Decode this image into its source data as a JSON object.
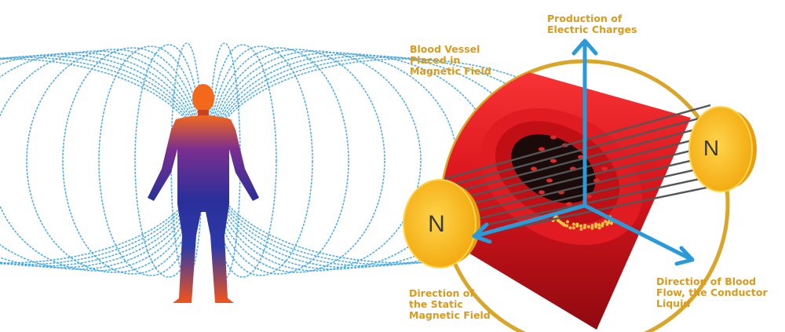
{
  "labels": {
    "production": "Production of\nElectric Charges",
    "vessel": "Blood Vessel\nPlaced in\nMagnetic Field",
    "static_field": "Direction of\nthe Static\nMagnetic Field",
    "blood_flow": "Direction of Blood\nFlow, the Conductor\nLiquid"
  },
  "magnets": {
    "left_letter": "N",
    "right_letter": "N"
  },
  "colors": {
    "label": "#d99a1e",
    "field_lines": "#3aa0dc",
    "arrows": "#2a9bd8",
    "magnet": "#f7b818",
    "vessel": "#d8141c",
    "ring": "#d9a62a"
  }
}
